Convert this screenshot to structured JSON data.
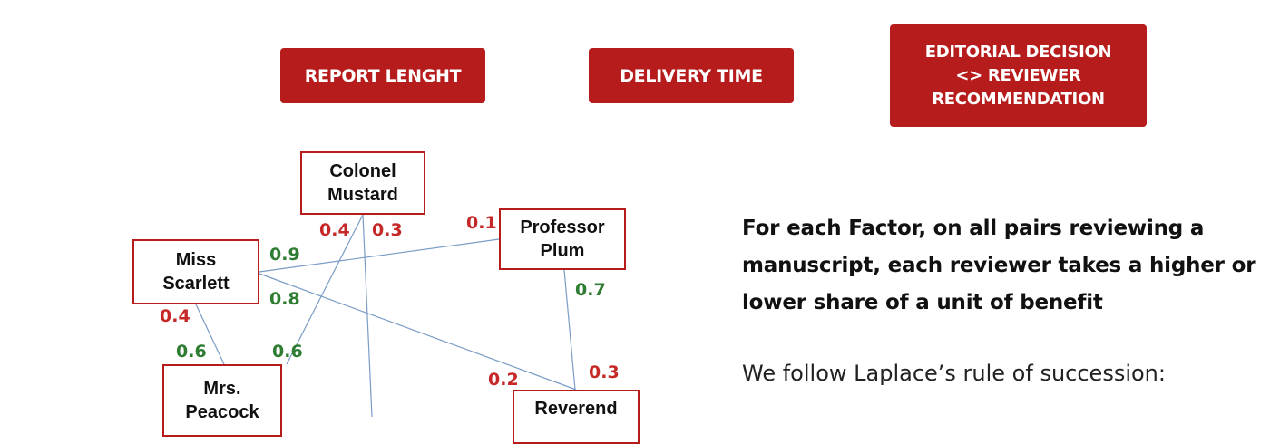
{
  "factors": [
    {
      "label": "REPORT  LENGHT"
    },
    {
      "label": "DELIVERY TIME"
    },
    {
      "label": "EDITORIAL DECISION\n<> REVIEWER\nRECOMMENDATION"
    }
  ],
  "nodes": {
    "mustard": "Colonel\nMustard",
    "plum": "Professor\nPlum",
    "scarlett": "Miss\nScarlett",
    "peacock": "Mrs.\nPeacock",
    "reverend": "Reverend"
  },
  "shares": {
    "mustard_left": "0.4",
    "mustard_right": "0.3",
    "plum_left": "0.1",
    "plum_below": "0.7",
    "scarlett_top": "0.9",
    "scarlett_mid": "0.8",
    "scarlett_below": "0.4",
    "peacock_left": "0.6",
    "peacock_right": "0.6",
    "reverend_left": "0.2",
    "reverend_right": "0.3"
  },
  "text": {
    "statement": "For each Factor, on all pairs reviewing a manuscript, each reviewer takes a higher or lower share of a unit of benefit",
    "rule": "We follow Laplace’s rule of succession:"
  },
  "colors": {
    "brand_red": "#b71c1c",
    "share_red": "#c62828",
    "share_green": "#2e7d32",
    "edge_blue": "#7a9cc6"
  }
}
